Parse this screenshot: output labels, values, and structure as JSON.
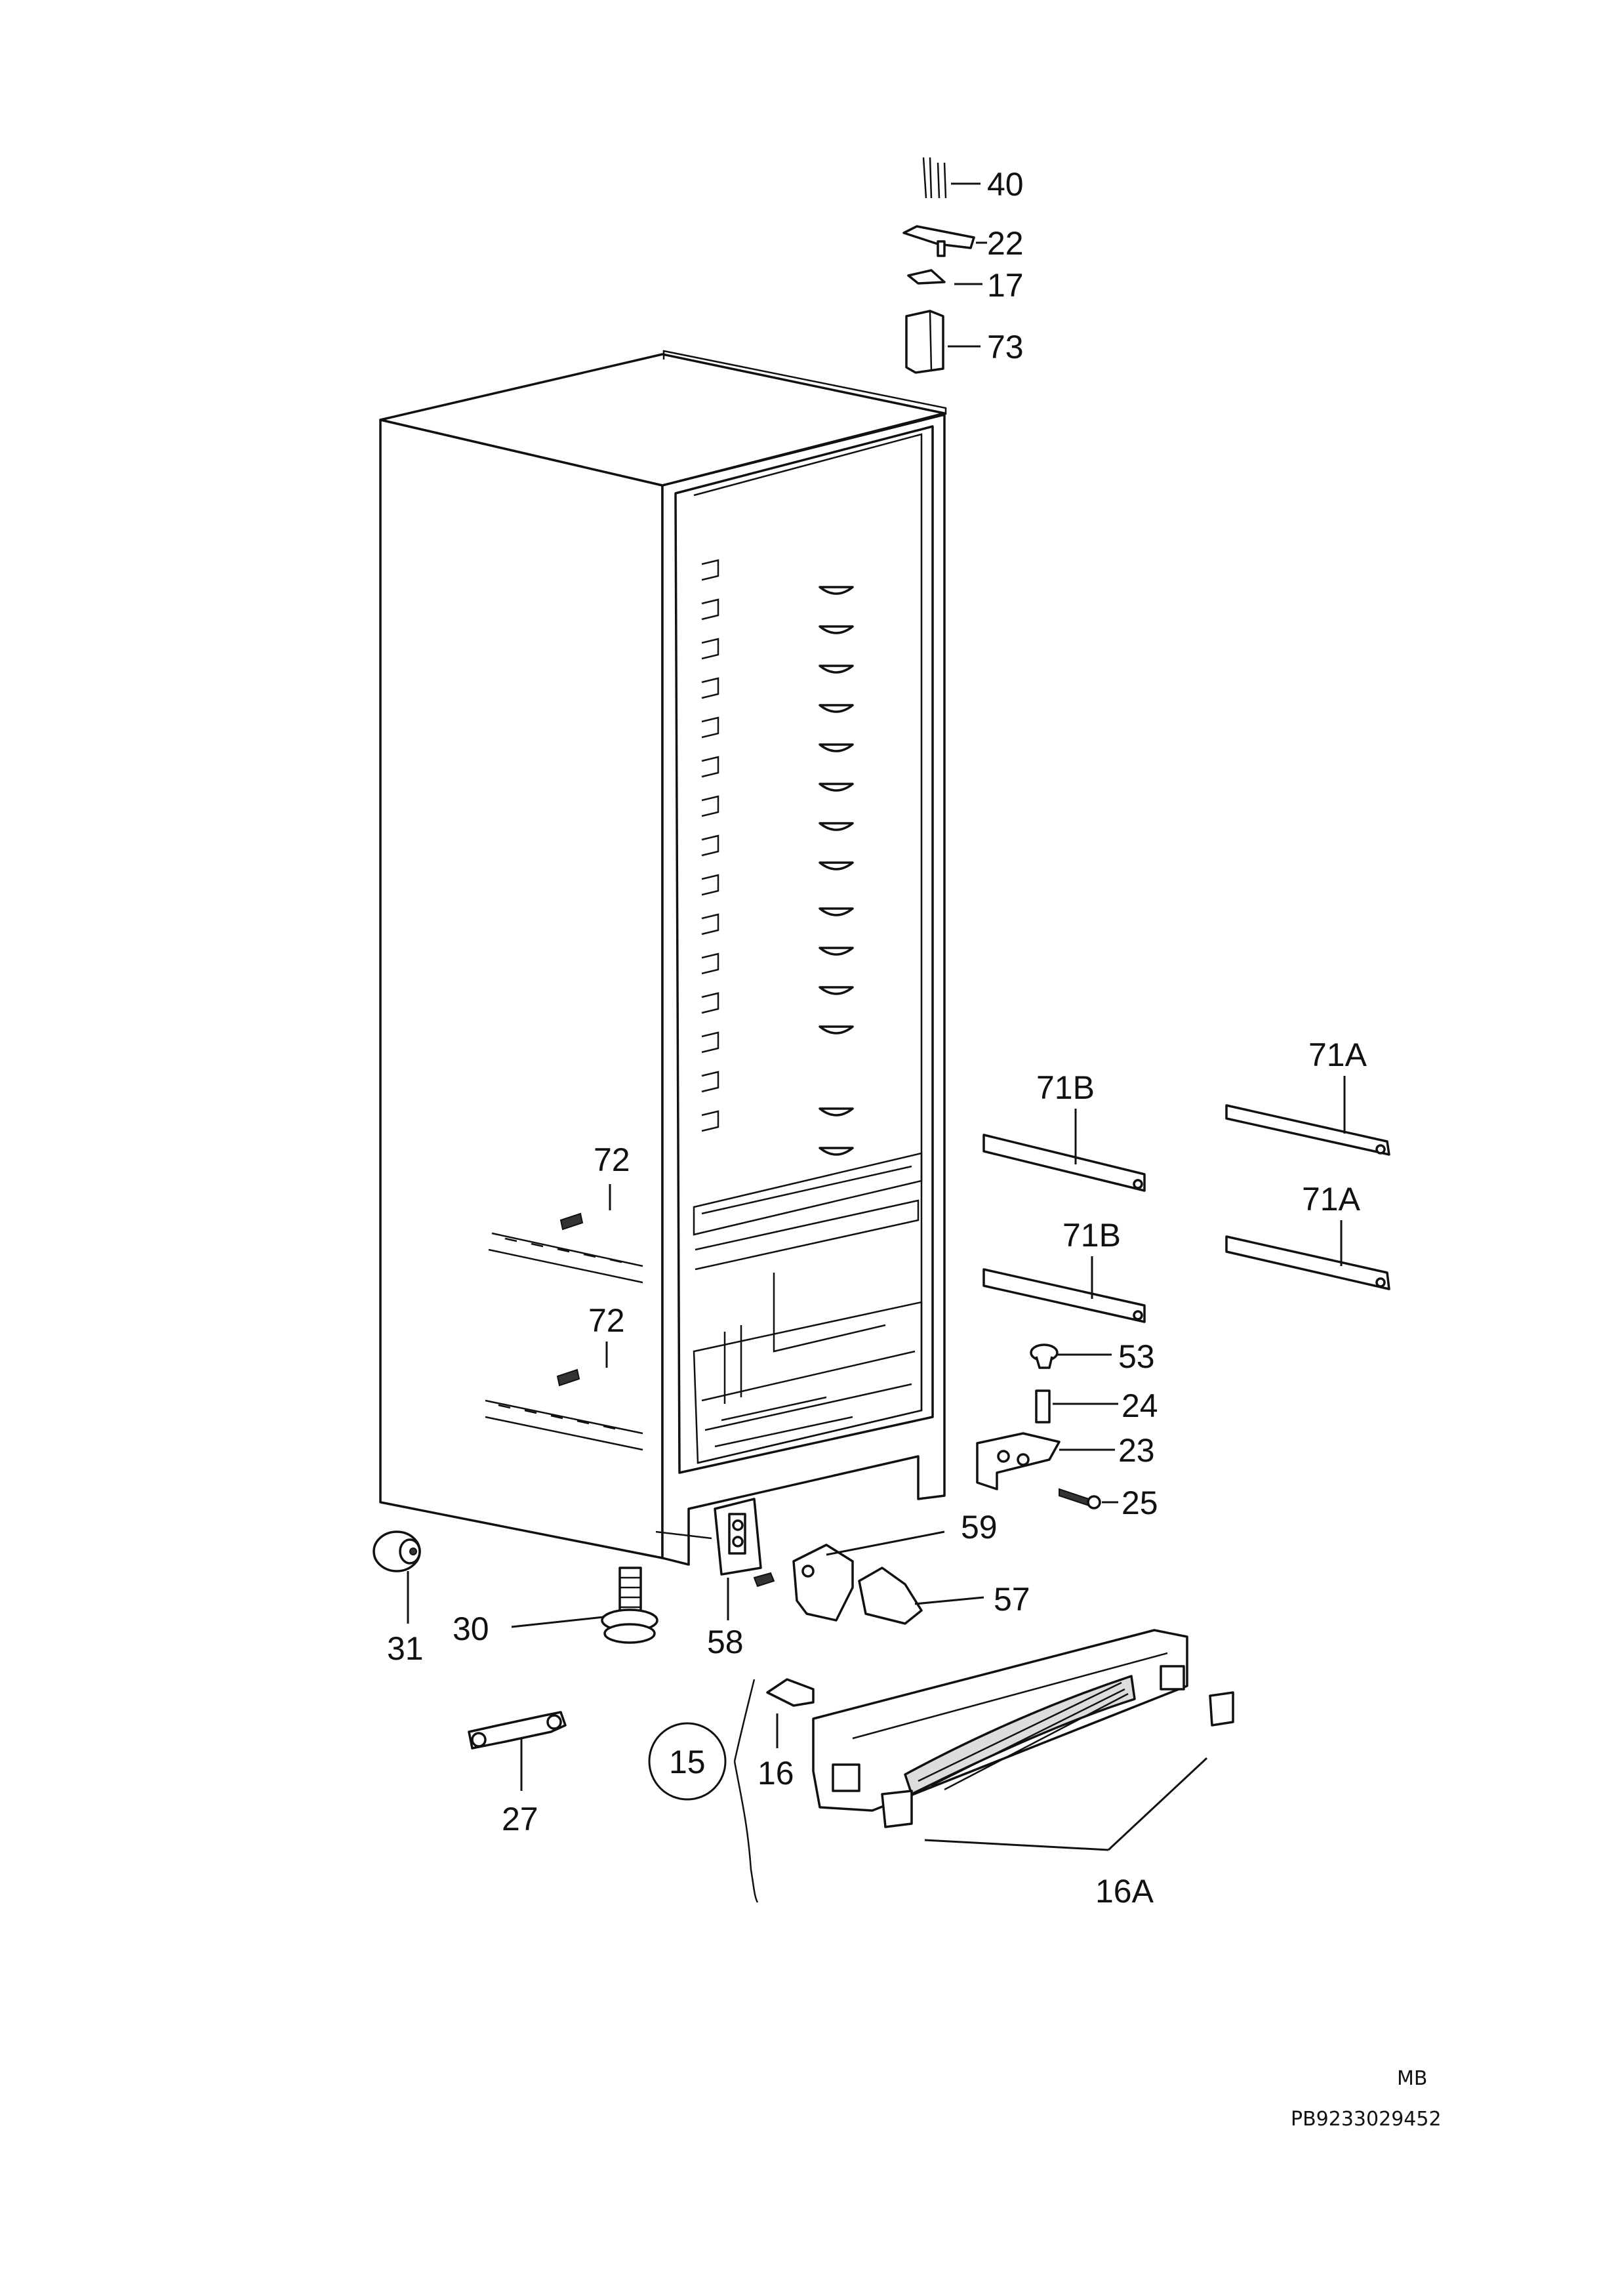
{
  "labels": {
    "p40": "40",
    "p22": "22",
    "p17": "17",
    "p73": "73",
    "p71A_top": "71A",
    "p71A_bottom": "71A",
    "p71B_top": "71B",
    "p71B_bottom": "71B",
    "p72_top": "72",
    "p72_bottom": "72",
    "p53": "53",
    "p24": "24",
    "p23": "23",
    "p25": "25",
    "p59": "59",
    "p57": "57",
    "p58": "58",
    "p31": "31",
    "p30": "30",
    "p27": "27",
    "p15": "15",
    "p16": "16",
    "p16A": "16A"
  },
  "footer": {
    "code": "MB",
    "part_number": "PB9233029452"
  }
}
